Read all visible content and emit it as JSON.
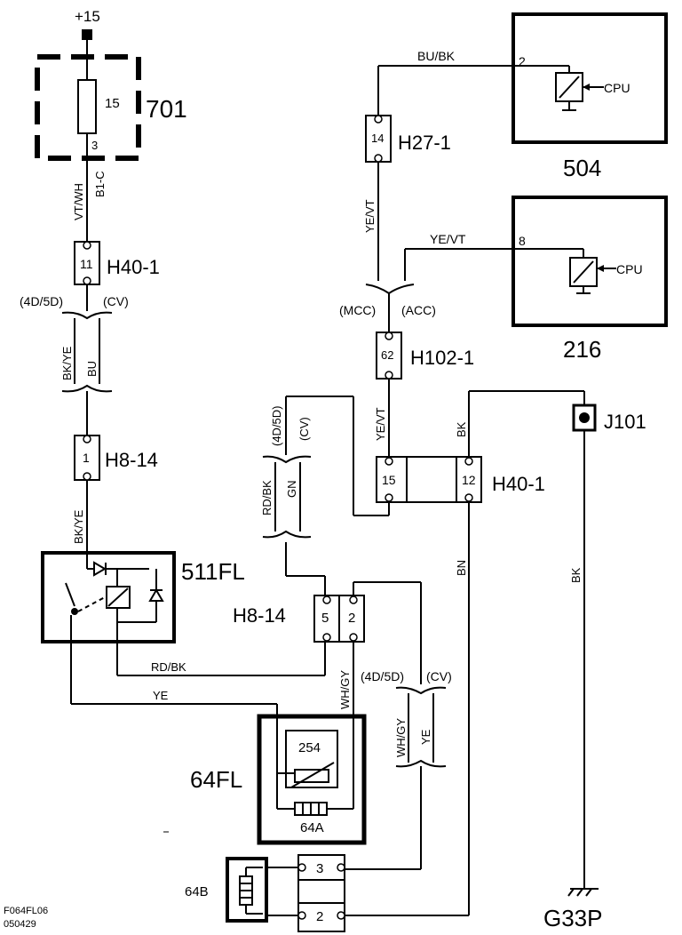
{
  "power": {
    "label": "+15"
  },
  "components": {
    "fuse_box": {
      "id": "701",
      "fuse_num": "15",
      "pin": "3"
    },
    "ecu_504": {
      "id": "504",
      "pin": "2",
      "cpu": "CPU"
    },
    "ecu_216": {
      "id": "216",
      "pin": "8",
      "cpu": "CPU"
    },
    "relay": {
      "id": "511FL"
    },
    "heater": {
      "id": "64FL",
      "ntc": "254",
      "sub": "64A"
    },
    "element": {
      "id": "64B"
    },
    "ground": {
      "id": "G33P"
    },
    "junction": {
      "id": "J101"
    }
  },
  "connectors": {
    "h40_top": {
      "label": "H40-1",
      "pin": "11"
    },
    "h8_top": {
      "label": "H8-14",
      "pin": "1"
    },
    "h27": {
      "label": "H27-1",
      "pin": "14"
    },
    "h102": {
      "label": "H102-1",
      "pin": "62"
    },
    "h40_right": {
      "label": "H40-1",
      "pin_a": "15",
      "pin_b": "12"
    },
    "h8_mid": {
      "label": "H8-14",
      "pin_a": "5",
      "pin_b": "2"
    },
    "conn_64b": {
      "pin_a": "3",
      "pin_b": "2"
    }
  },
  "wires": {
    "vt_wh": "VT/WH",
    "b1c": "B1-C",
    "bk_ye": "BK/YE",
    "bu": "BU",
    "bk_ye2": "BK/YE",
    "bu_bk": "BU/BK",
    "ye_vt": "YE/VT",
    "ye_vt_top": "YE/VT",
    "ye_vt2": "YE/VT",
    "bk": "BK",
    "bk2": "BK",
    "bn": "BN",
    "rd_bk": "RD/BK",
    "gn": "GN",
    "rd_bk2": "RD/BK",
    "ye": "YE",
    "wh_gy": "WH/GY",
    "wh_gy2": "WH/GY",
    "ye2": "YE"
  },
  "variants": {
    "left_a": "(4D/5D)",
    "left_b": "(CV)",
    "top_a": "(MCC)",
    "top_b": "(ACC)",
    "mid_a": "(4D/5D)",
    "mid_b": "(CV)",
    "right_a": "(4D/5D)",
    "right_b": "(CV)"
  },
  "footer": {
    "code": "F064FL06",
    "date": "050429"
  },
  "icons": [
    "thermistor-icon",
    "diode-icon",
    "relay-coil-icon",
    "switch-icon",
    "ground-icon",
    "heater-element-icon"
  ]
}
